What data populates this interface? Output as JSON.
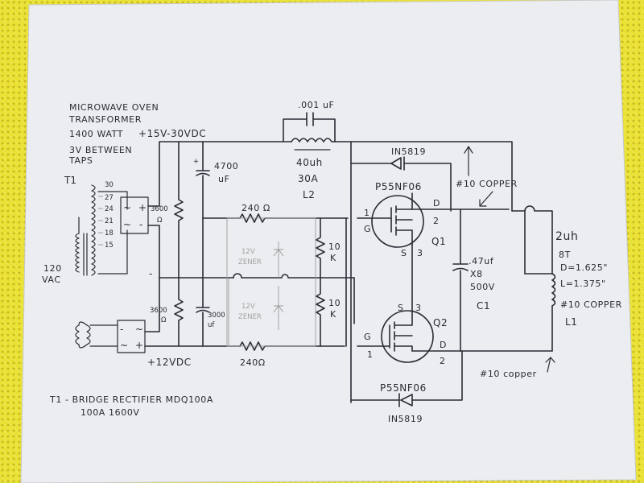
{
  "notes": {
    "transformer_line1": "MICROWAVE OVEN",
    "transformer_line2": "TRANSFORMER",
    "transformer_line3": "1400 WATT",
    "transformer_line4": "3V BETWEEN",
    "transformer_line5": "TAPS",
    "bottom_line1": "T1 - BRIDGE RECTIFIER MDQ100A",
    "bottom_line2": "100A 1600V"
  },
  "transformer": {
    "label": "T1",
    "input": "120",
    "input_unit": "VAC",
    "taps": [
      "30",
      "27",
      "24",
      "21",
      "18",
      "15"
    ]
  },
  "supplies": {
    "high": "+15V-30VDC",
    "low": "+12VDC",
    "minus": "-"
  },
  "bridge": {
    "plus": "+",
    "minus": "-",
    "ac": "~"
  },
  "components": {
    "c_snub": ".001 uF",
    "l2_ind": "40uh",
    "l2_cur": "30A",
    "l2_name": "L2",
    "c_bulk_val": "4700",
    "c_bulk_unit": "uF",
    "r_top": "3600",
    "r_top_unit": "Ω",
    "r_bot": "3600",
    "r_bot_unit": "Ω",
    "c_small_val": "3000",
    "c_small_unit": "uf",
    "r_gate1": "240 Ω",
    "r_gate2": "240Ω",
    "zener1_v": "12V",
    "zener1_l": "ZENER",
    "zener2_v": "12V",
    "zener2_l": "ZENER",
    "r_pull1": "10",
    "r_pull1_u": "K",
    "r_pull2": "10",
    "r_pull2_u": "K",
    "d1": "IN5819",
    "d2": "IN5819",
    "q1_part": "P55NF06",
    "q2_part": "P55NF06",
    "q1_name": "Q1",
    "q2_name": "Q2",
    "pin_g": "G",
    "pin_d": "D",
    "pin_s": "S",
    "pin_1": "1",
    "pin_2": "2",
    "pin_3": "3",
    "cap_c1_val": ".47uf",
    "cap_c1_mult": "X8",
    "cap_c1_v": "500V",
    "cap_c1_name": "C1",
    "wire_note1": "#10 COPPER",
    "wire_note2": "#10 copper",
    "l1_ind": "2uh",
    "l1_turns": "8T",
    "l1_d": "D=1.625\"",
    "l1_l": "L=1.375\"",
    "l1_wire": "#10 COPPER",
    "l1_name": "L1"
  }
}
